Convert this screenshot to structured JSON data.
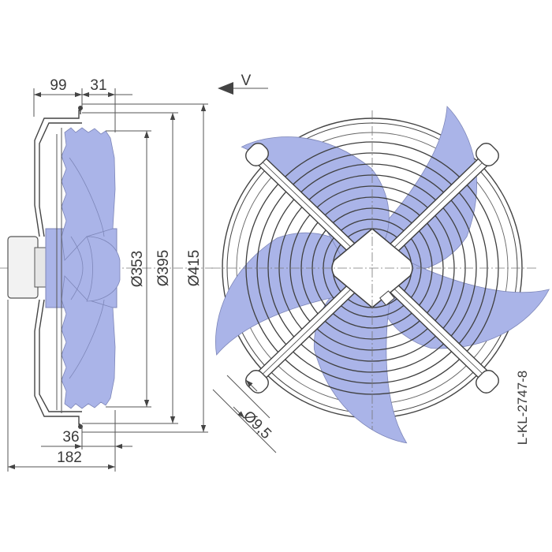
{
  "dimensions": {
    "top_left": "99",
    "top_right": "31",
    "diameter_inner": "Ø353",
    "diameter_mid": "Ø395",
    "diameter_outer": "Ø415",
    "bottom_upper": "36",
    "bottom_lower": "182",
    "hole": "Ø9,5"
  },
  "view_label": "V",
  "drawing_code": "L-KL-2747-8",
  "colors": {
    "blade": "#aab4e8",
    "line": "#4a4a4a"
  }
}
